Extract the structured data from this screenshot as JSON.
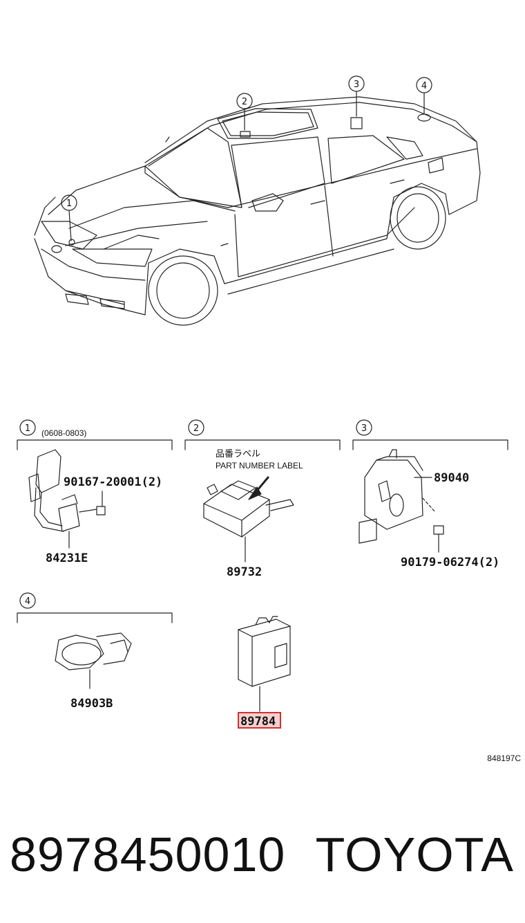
{
  "callouts": [
    "1",
    "2",
    "3",
    "4"
  ],
  "panel1": {
    "num": "1",
    "range": "(0608-0803)",
    "screw": "90167-20001(2)",
    "part": "84231E"
  },
  "panel2": {
    "num": "2",
    "label_jp": "品番ラベル",
    "label_en": "PART NUMBER LABEL",
    "part": "89732"
  },
  "panel3": {
    "num": "3",
    "part": "89040",
    "nut": "90179-06274(2)"
  },
  "panel4": {
    "num": "4",
    "part": "84903B"
  },
  "highlight": {
    "part": "89784",
    "color": "#d32f2f"
  },
  "diagram_code": "848197C",
  "footer": {
    "part_number": "8978450010",
    "brand": "TOYOTA"
  }
}
